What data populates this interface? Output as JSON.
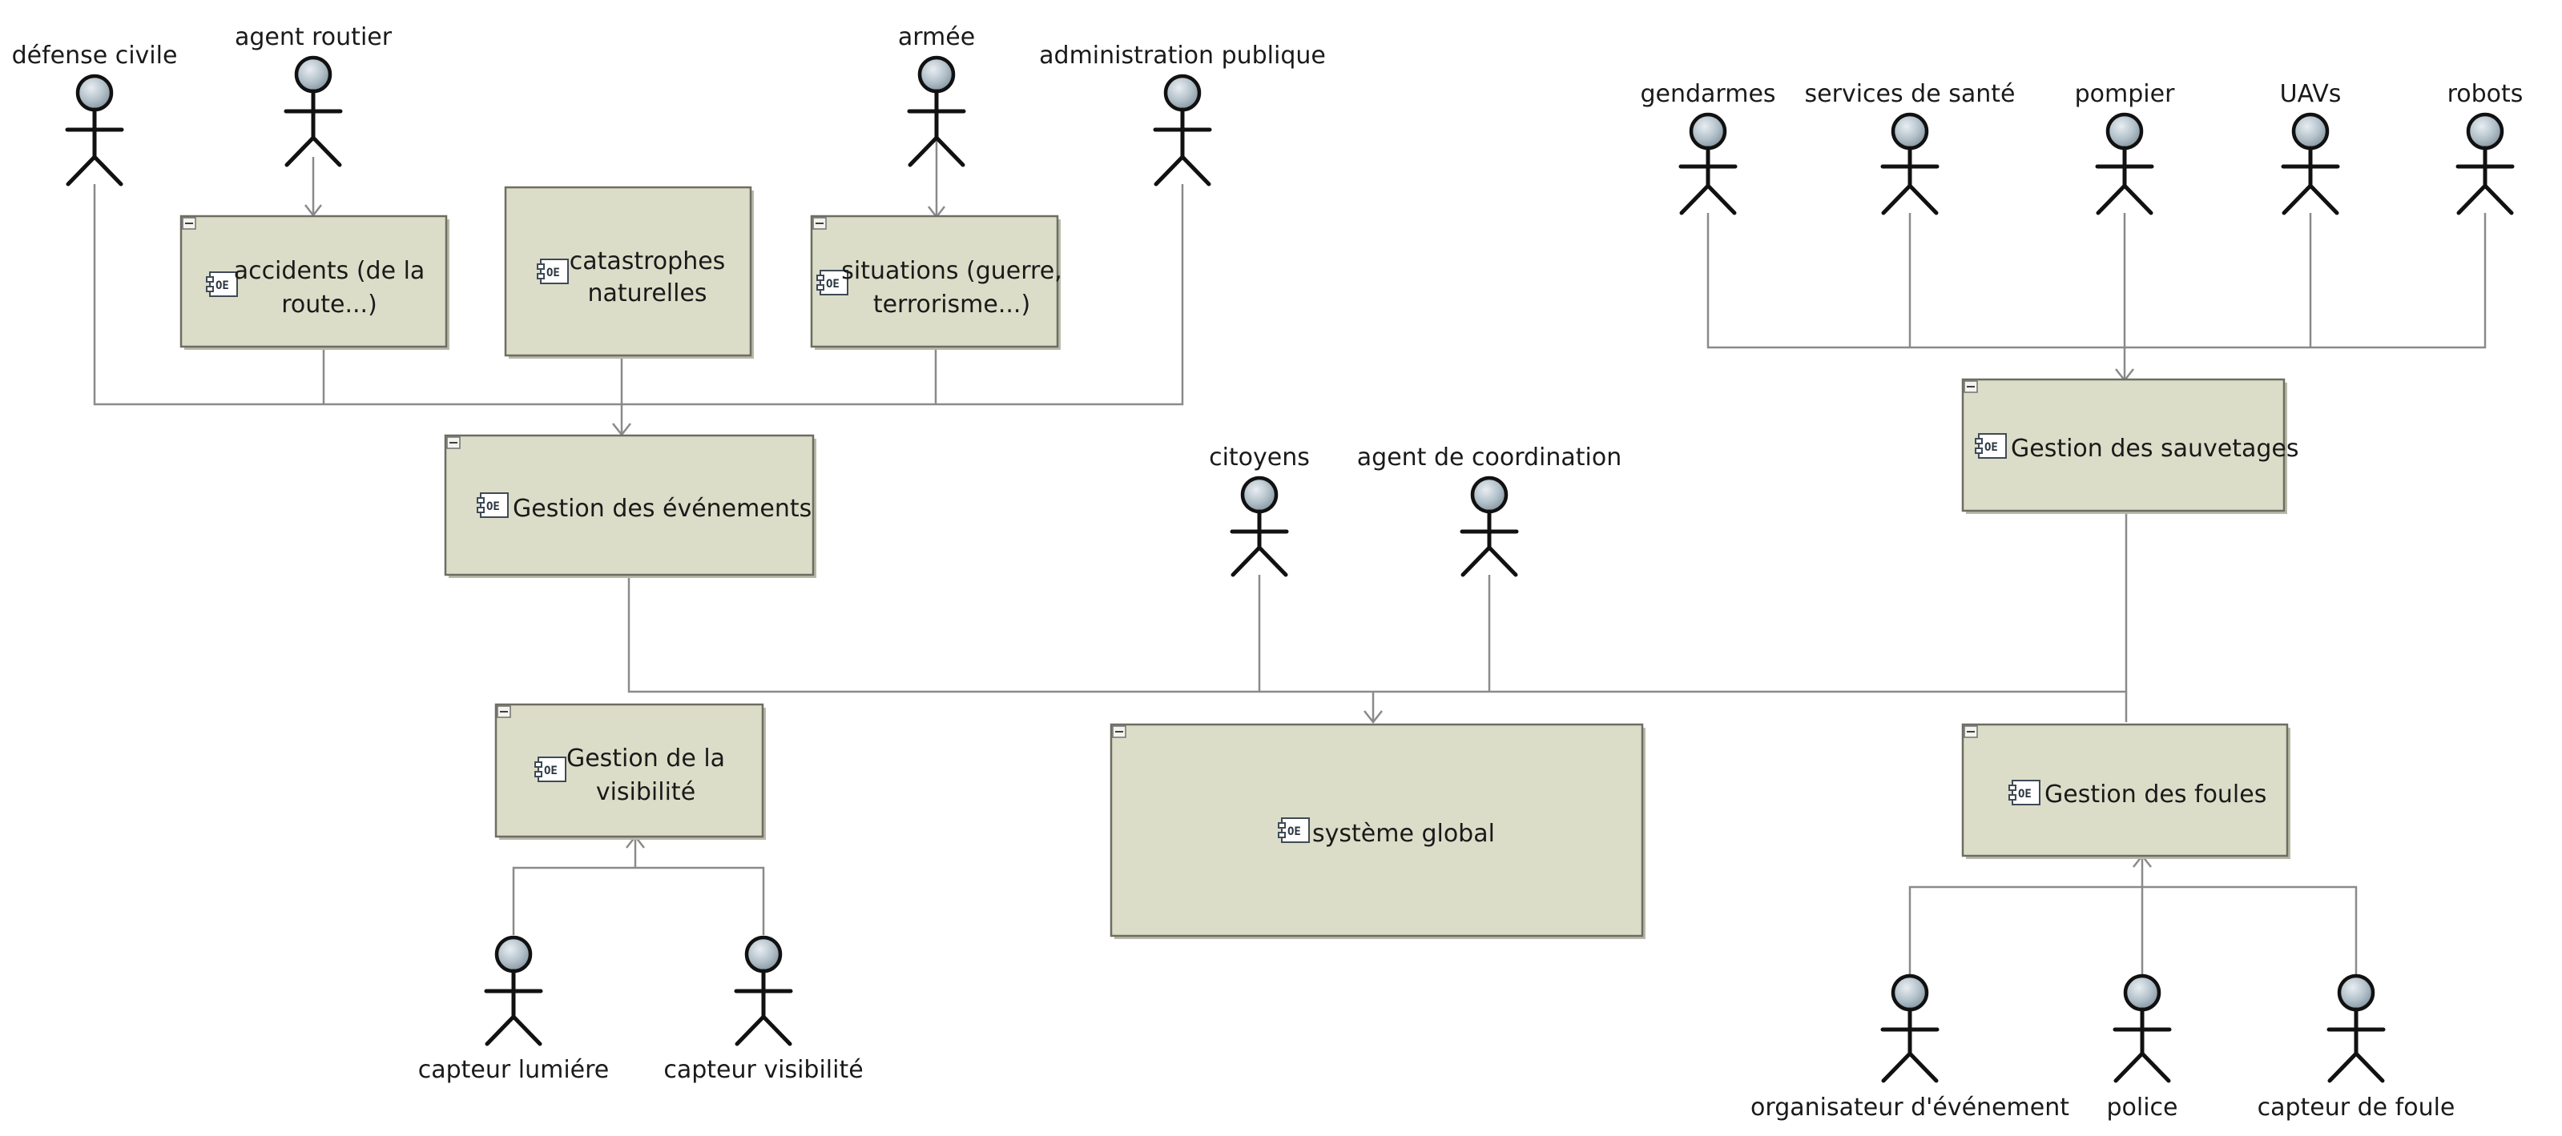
{
  "diagram": {
    "actors": {
      "defense_civile": "défense civile",
      "agent_routier": "agent routier",
      "armee": "armée",
      "administration_publique": "administration publique",
      "gendarmes": "gendarmes",
      "services_sante": "services de santé",
      "pompier": "pompier",
      "uavs": "UAVs",
      "robots": "robots",
      "citoyens": "citoyens",
      "agent_coordination": "agent de coordination",
      "capteur_lumiere": "capteur lumiére",
      "capteur_visibilite": "capteur visibilité",
      "organisateur": "organisateur d'événement",
      "police": "police",
      "capteur_foule": "capteur de foule"
    },
    "components": {
      "accidents": [
        "accidents (de la",
        "route...)"
      ],
      "catastrophes": [
        "catastrophes",
        "naturelles"
      ],
      "situations": [
        "situations (guerre,",
        "terrorisme...)"
      ],
      "gestion_evenements": [
        "Gestion des événements"
      ],
      "gestion_sauvetages": [
        "Gestion des sauvetages"
      ],
      "gestion_visibilite": [
        "Gestion de la",
        "visibilité"
      ],
      "systeme_global": [
        "système global"
      ],
      "gestion_foules": [
        "Gestion des foules"
      ]
    },
    "component_icon_text": "OE"
  }
}
